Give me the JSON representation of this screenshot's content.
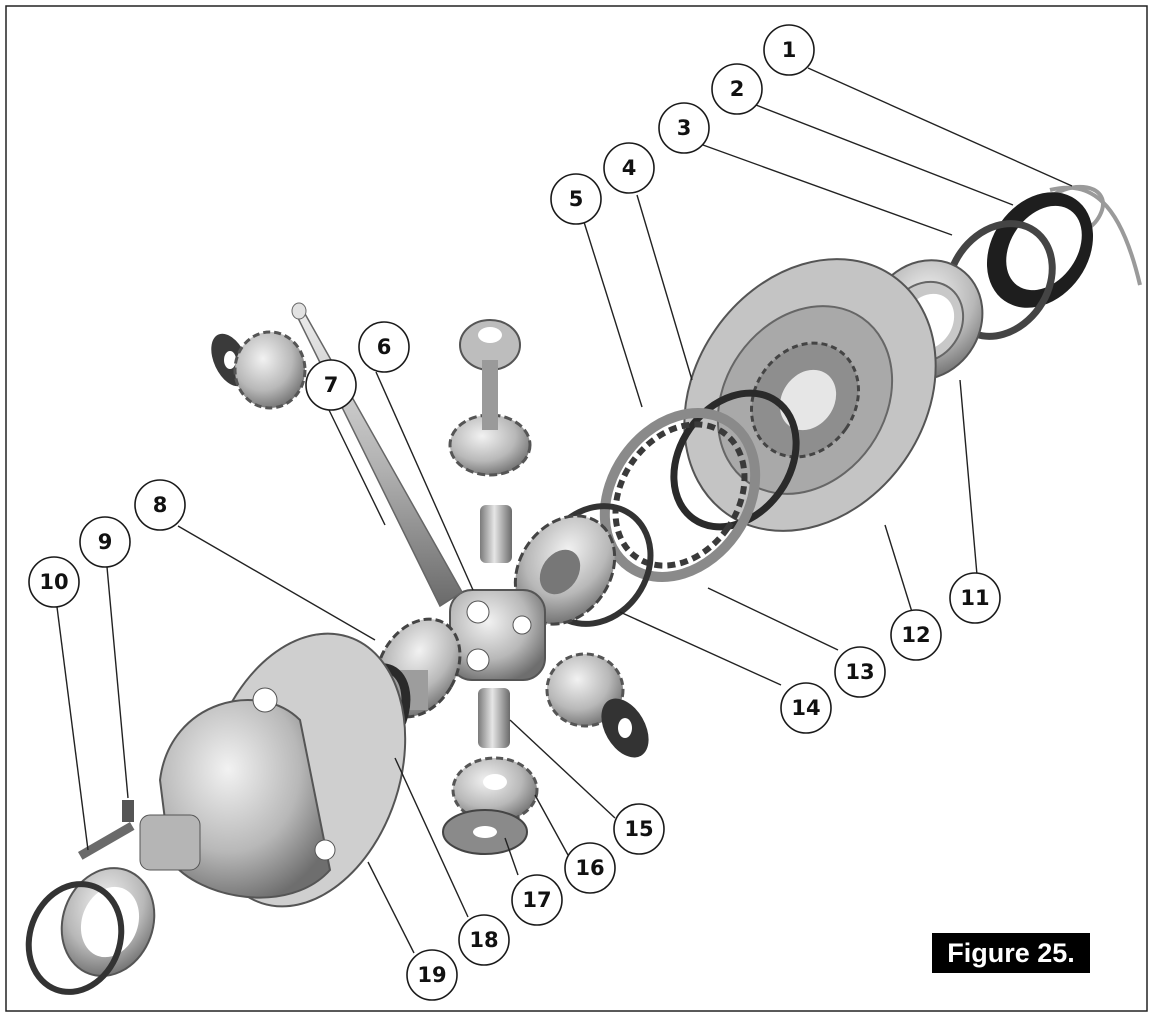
{
  "callouts": [
    "1",
    "2",
    "3",
    "4",
    "5",
    "6",
    "7",
    "8",
    "9",
    "10",
    "11",
    "12",
    "13",
    "14",
    "15",
    "16",
    "17",
    "18",
    "19"
  ],
  "figure_label": "Figure 25.",
  "colors": {
    "metal_light": "#d9d9d9",
    "metal_mid": "#a8a8a8",
    "metal_dark": "#555555",
    "seal_black": "#1e1e1e",
    "label_bg": "#000000",
    "label_text": "#ffffff"
  }
}
